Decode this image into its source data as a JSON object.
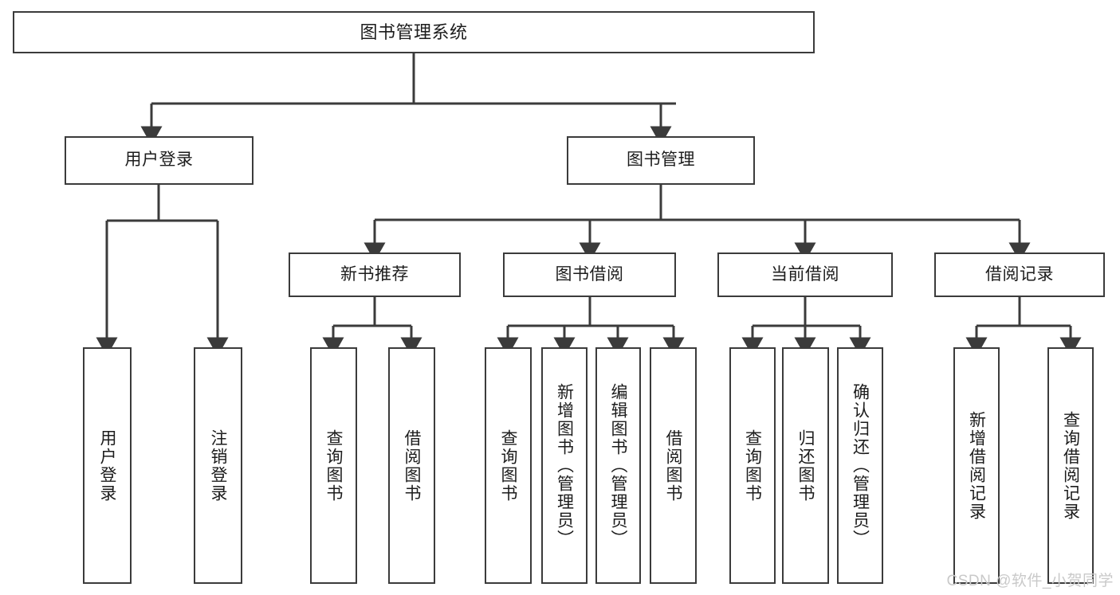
{
  "diagram": {
    "title": "图书管理系统",
    "type": "tree",
    "stroke_color": "#3b3b3b",
    "text_color": "#1c1c1c",
    "background": "#ffffff"
  },
  "root": {
    "label": "图书管理系统"
  },
  "level2": [
    {
      "label": "用户登录"
    },
    {
      "label": "图书管理"
    }
  ],
  "level3": [
    {
      "label": "新书推荐"
    },
    {
      "label": "图书借阅"
    },
    {
      "label": "当前借阅"
    },
    {
      "label": "借阅记录"
    }
  ],
  "leaves": {
    "user_login": [
      {
        "label": "用户登录"
      },
      {
        "label": "注销登录"
      }
    ],
    "new_book_recommend": [
      {
        "label": "查询图书"
      },
      {
        "label": "借阅图书"
      }
    ],
    "book_borrow": [
      {
        "label": "查询图书"
      },
      {
        "label": "新增图书（管理员）"
      },
      {
        "label": "编辑图书（管理员）"
      },
      {
        "label": "借阅图书"
      }
    ],
    "current_borrow": [
      {
        "label": "查询图书"
      },
      {
        "label": "归还图书"
      },
      {
        "label": "确认归还（管理员）"
      }
    ],
    "borrow_record": [
      {
        "label": "新增借阅记录"
      },
      {
        "label": "查询借阅记录"
      }
    ]
  },
  "watermark": {
    "text": "CSDN @软件_小贺同学",
    "color": "#c9c9c9"
  }
}
